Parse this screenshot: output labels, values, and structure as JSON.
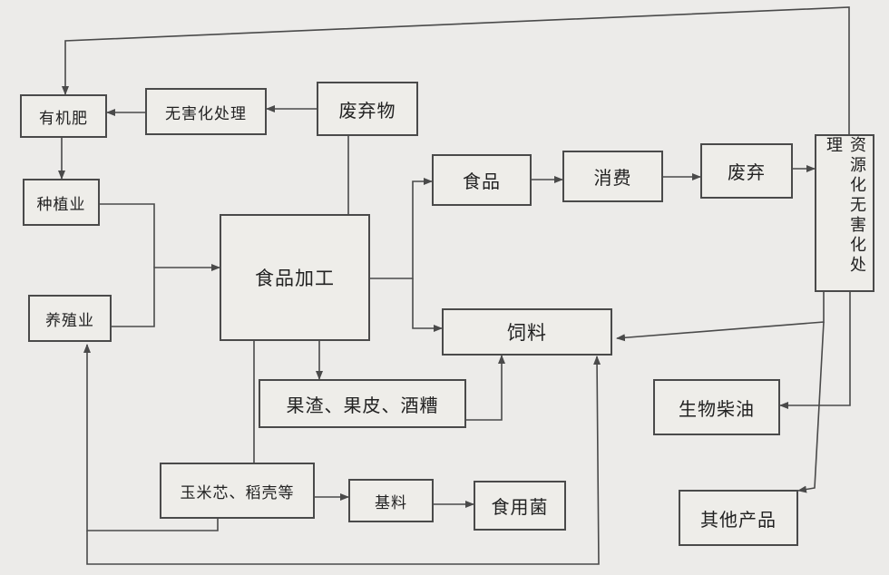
{
  "nodes": {
    "organic_fertilizer": "有机肥",
    "harmless_treatment": "无害化处理",
    "waste": "废弃物",
    "planting": "种植业",
    "breeding": "养殖业",
    "food_processing": "食品加工",
    "food": "食品",
    "consumption": "消费",
    "discard": "废弃",
    "resource_treatment": "资源化无害化处理",
    "feed": "饲料",
    "residues": "果渣、果皮、酒糟",
    "biodiesel": "生物柴油",
    "corncob": "玉米芯、稻壳等",
    "substrate": "基料",
    "mushroom": "食用菌",
    "other_products": "其他产品"
  }
}
